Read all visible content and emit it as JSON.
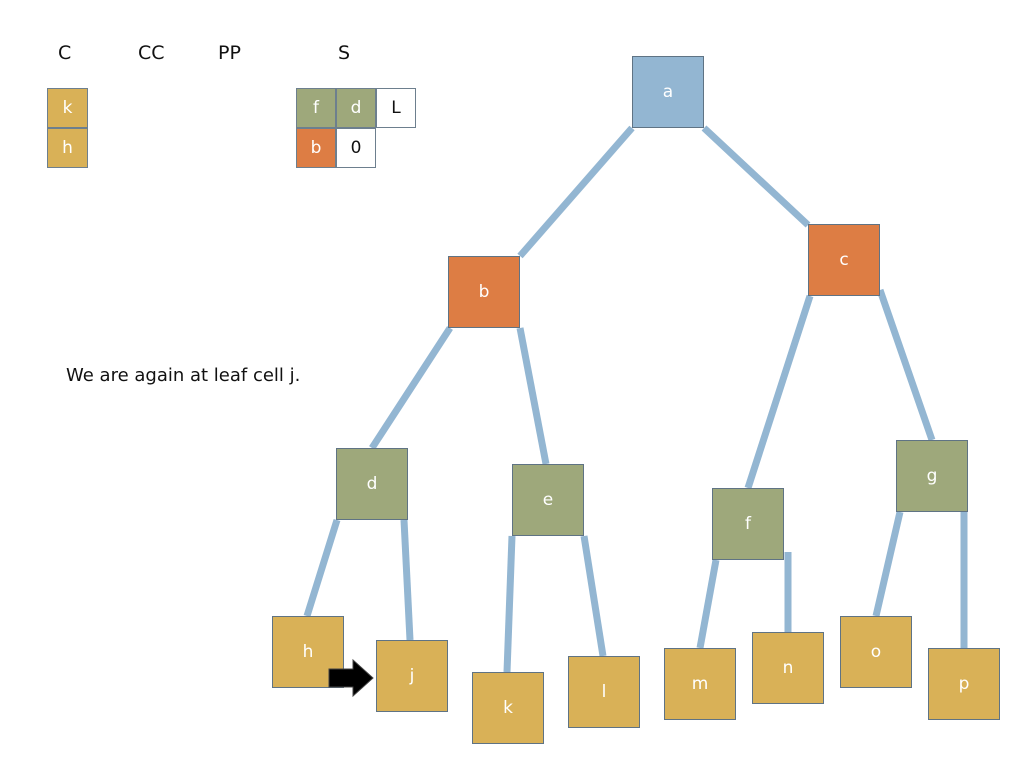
{
  "headers": {
    "c": "C",
    "cc": "CC",
    "pp": "PP",
    "s": "S"
  },
  "c_stack": [
    "k",
    "h"
  ],
  "s_stack": {
    "row1": [
      "f",
      "d",
      "L"
    ],
    "row2": [
      "b",
      "0"
    ]
  },
  "caption": "We are again at leaf cell j.",
  "tree": {
    "a": "a",
    "b": "b",
    "c": "c",
    "d": "d",
    "e": "e",
    "f": "f",
    "g": "g",
    "h": "h",
    "j": "j",
    "k": "k",
    "l": "l",
    "m": "m",
    "n": "n",
    "o": "o",
    "p": "p"
  },
  "colors": {
    "root": "#93b6d2",
    "internal_orange": "#dd7d44",
    "internal_olive": "#9ea87b",
    "leaf": "#d9b157",
    "edge": "#93b6d2"
  }
}
